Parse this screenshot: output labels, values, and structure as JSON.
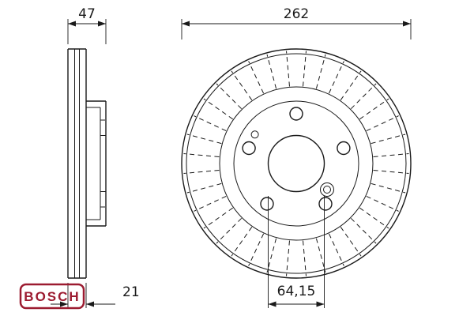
{
  "drawing": {
    "dimensions": {
      "outer_diameter": "262",
      "total_height": "47",
      "thickness": "21",
      "center_bore": "64,15"
    },
    "logo_text": "BOSCH",
    "colors": {
      "line": "#1a1a1a",
      "brand_red": "#9c1b30",
      "background": "#ffffff"
    }
  }
}
